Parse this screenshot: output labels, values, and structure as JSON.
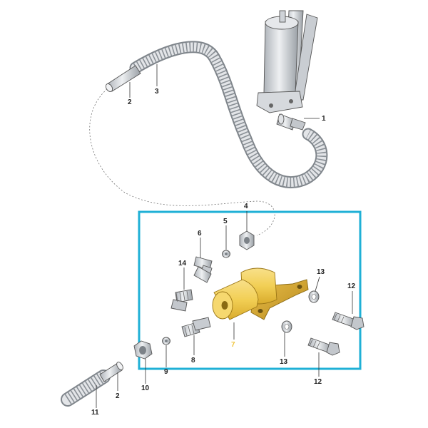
{
  "diagram": {
    "callouts": {
      "c1": "1",
      "c2_top": "2",
      "c3": "3",
      "c4": "4",
      "c5": "5",
      "c6": "6",
      "c7": "7",
      "c8": "8",
      "c9": "9",
      "c10": "10",
      "c11": "11",
      "c2_bottom": "2",
      "c12_top": "12",
      "c12_bottom": "12",
      "c13_top": "13",
      "c13_bottom": "13",
      "c14": "14"
    },
    "colors": {
      "highlight_box": "#1fb0d6",
      "highlight_part": "#f3d05a",
      "highlight_label": "#f0c43a",
      "metal": "#cfd2d6",
      "hose_light": "#d8dadd",
      "hose_dark": "#8e9297"
    }
  }
}
